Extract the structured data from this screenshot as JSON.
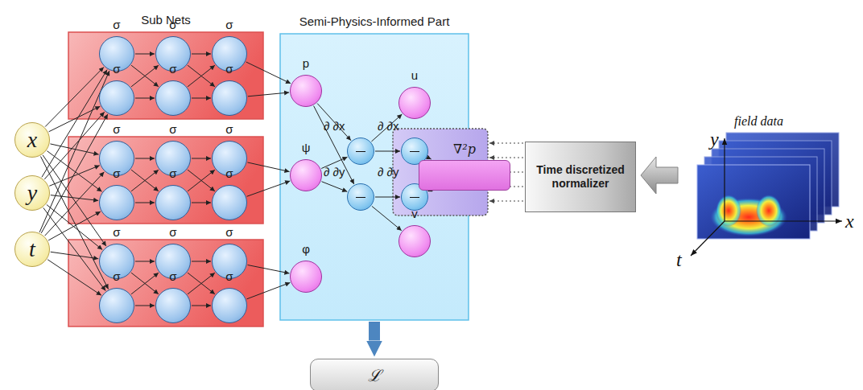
{
  "diagram": {
    "nodes": [
      {
        "text": [
          "x"
        ]
      },
      {
        "text": [
          "y"
        ]
      },
      {
        "text": [
          "t"
        ]
      },
      {
        "text": [
          "Sub Nets"
        ]
      },
      {
        "text": [
          "σ"
        ],
        "in": 3
      },
      {
        "text": [
          "σ"
        ],
        "in": 3
      },
      {
        "text": [
          "σ"
        ],
        "in": 3
      },
      {
        "text": [
          "σ"
        ],
        "in": 3
      },
      {
        "text": [
          "σ"
        ],
        "in": 3
      },
      {
        "text": [
          "σ"
        ],
        "in": 3
      },
      {
        "text": []
      },
      {
        "text": [
          "σ"
        ],
        "in": 10
      },
      {
        "text": [
          "σ"
        ],
        "in": 10
      },
      {
        "text": [
          "σ"
        ],
        "in": 10
      },
      {
        "text": [
          "σ"
        ],
        "in": 10
      },
      {
        "text": [
          "σ"
        ],
        "in": 10
      },
      {
        "text": [
          "σ"
        ],
        "in": 10
      },
      {
        "text": []
      },
      {
        "text": [
          "σ"
        ],
        "in": 17
      },
      {
        "text": [
          "σ"
        ],
        "in": 17
      },
      {
        "text": [
          "σ"
        ],
        "in": 17
      },
      {
        "text": [
          "σ"
        ],
        "in": 17
      },
      {
        "text": [
          "σ"
        ],
        "in": 17
      },
      {
        "text": [
          "σ"
        ],
        "in": 17
      },
      {
        "text": [
          "Semi-Physics-Informed Part"
        ]
      },
      {
        "text": [
          "p"
        ],
        "in": 24
      },
      {
        "text": [
          "ψ"
        ],
        "in": 24
      },
      {
        "text": [
          "φ"
        ],
        "in": 24
      },
      {
        "text": [
          "∂ ∂x"
        ],
        "in": 24
      },
      {
        "text": [
          "∂ ∂y"
        ],
        "in": 24
      },
      {
        "text": [
          "u"
        ],
        "in": 24
      },
      {
        "text": [
          "v"
        ],
        "in": 24
      },
      {
        "text": [],
        "in": 24
      },
      {
        "text": [
          "∂ ∂x"
        ],
        "in": 32
      },
      {
        "text": [
          "∂ ∂y"
        ],
        "in": 32
      },
      {
        "text": [
          "∇²p"
        ],
        "in": 32
      },
      {
        "text": [
          "Time discretized normalizer"
        ]
      },
      {
        "text": [
          "ℒ"
        ]
      }
    ],
    "edges": [
      {
        "from": 0,
        "to": 4,
        "arrow": "to"
      },
      {
        "from": 0,
        "to": 5,
        "arrow": "to"
      },
      {
        "from": 0,
        "to": 11,
        "arrow": "to"
      },
      {
        "from": 0,
        "to": 12,
        "arrow": "to"
      },
      {
        "from": 0,
        "to": 18,
        "arrow": "to"
      },
      {
        "from": 0,
        "to": 19,
        "arrow": "to"
      },
      {
        "from": 1,
        "to": 4,
        "arrow": "to"
      },
      {
        "from": 1,
        "to": 5,
        "arrow": "to"
      },
      {
        "from": 1,
        "to": 11,
        "arrow": "to"
      },
      {
        "from": 1,
        "to": 12,
        "arrow": "to"
      },
      {
        "from": 1,
        "to": 18,
        "arrow": "to"
      },
      {
        "from": 1,
        "to": 19,
        "arrow": "to"
      },
      {
        "from": 2,
        "to": 4,
        "arrow": "to"
      },
      {
        "from": 2,
        "to": 5,
        "arrow": "to"
      },
      {
        "from": 2,
        "to": 11,
        "arrow": "to"
      },
      {
        "from": 2,
        "to": 12,
        "arrow": "to"
      },
      {
        "from": 2,
        "to": 18,
        "arrow": "to"
      },
      {
        "from": 2,
        "to": 19,
        "arrow": "to"
      },
      {
        "from": 4,
        "to": 6,
        "arrow": "to"
      },
      {
        "from": 4,
        "to": 7,
        "arrow": "to"
      },
      {
        "from": 5,
        "to": 6,
        "arrow": "to"
      },
      {
        "from": 5,
        "to": 7,
        "arrow": "to"
      },
      {
        "from": 6,
        "to": 8,
        "arrow": "to"
      },
      {
        "from": 6,
        "to": 9,
        "arrow": "to"
      },
      {
        "from": 7,
        "to": 8,
        "arrow": "to"
      },
      {
        "from": 7,
        "to": 9,
        "arrow": "to"
      },
      {
        "from": 11,
        "to": 13,
        "arrow": "to"
      },
      {
        "from": 11,
        "to": 14,
        "arrow": "to"
      },
      {
        "from": 12,
        "to": 13,
        "arrow": "to"
      },
      {
        "from": 12,
        "to": 14,
        "arrow": "to"
      },
      {
        "from": 13,
        "to": 15,
        "arrow": "to"
      },
      {
        "from": 13,
        "to": 16,
        "arrow": "to"
      },
      {
        "from": 14,
        "to": 15,
        "arrow": "to"
      },
      {
        "from": 14,
        "to": 16,
        "arrow": "to"
      },
      {
        "from": 18,
        "to": 20,
        "arrow": "to"
      },
      {
        "from": 18,
        "to": 21,
        "arrow": "to"
      },
      {
        "from": 19,
        "to": 20,
        "arrow": "to"
      },
      {
        "from": 19,
        "to": 21,
        "arrow": "to"
      },
      {
        "from": 20,
        "to": 22,
        "arrow": "to"
      },
      {
        "from": 20,
        "to": 23,
        "arrow": "to"
      },
      {
        "from": 21,
        "to": 22,
        "arrow": "to"
      },
      {
        "from": 21,
        "to": 23,
        "arrow": "to"
      },
      {
        "from": 8,
        "to": 25,
        "arrow": "to"
      },
      {
        "from": 9,
        "to": 25,
        "arrow": "to"
      },
      {
        "from": 15,
        "to": 26,
        "arrow": "to"
      },
      {
        "from": 16,
        "to": 26,
        "arrow": "to"
      },
      {
        "from": 22,
        "to": 27,
        "arrow": "to"
      },
      {
        "from": 23,
        "to": 27,
        "arrow": "to"
      },
      {
        "from": 25,
        "to": 28,
        "arrow": "to"
      },
      {
        "from": 25,
        "to": 29,
        "arrow": "to"
      },
      {
        "from": 26,
        "to": 28,
        "arrow": "to"
      },
      {
        "from": 26,
        "to": 29,
        "arrow": "to"
      },
      {
        "from": 28,
        "to": 30,
        "arrow": "to"
      },
      {
        "from": 29,
        "to": 31,
        "arrow": "to"
      },
      {
        "from": 28,
        "to": 33,
        "arrow": "to"
      },
      {
        "from": 29,
        "to": 34,
        "arrow": "to"
      },
      {
        "from": 33,
        "to": 35,
        "arrow": "to"
      },
      {
        "from": 34,
        "to": 35,
        "arrow": "to"
      },
      {
        "from": 36,
        "to": 32,
        "arrow": "to"
      },
      {
        "from": 36,
        "to": 32,
        "arrow": "to"
      },
      {
        "from": 36,
        "to": 32,
        "arrow": "to"
      },
      {
        "from": 36,
        "to": 32,
        "arrow": "to"
      },
      {
        "from": 36,
        "to": 32,
        "arrow": "to"
      },
      {
        "from": 24,
        "to": 37,
        "arrow": "to"
      }
    ],
    "labels": [
      "field data",
      "y",
      "x",
      "t"
    ]
  }
}
